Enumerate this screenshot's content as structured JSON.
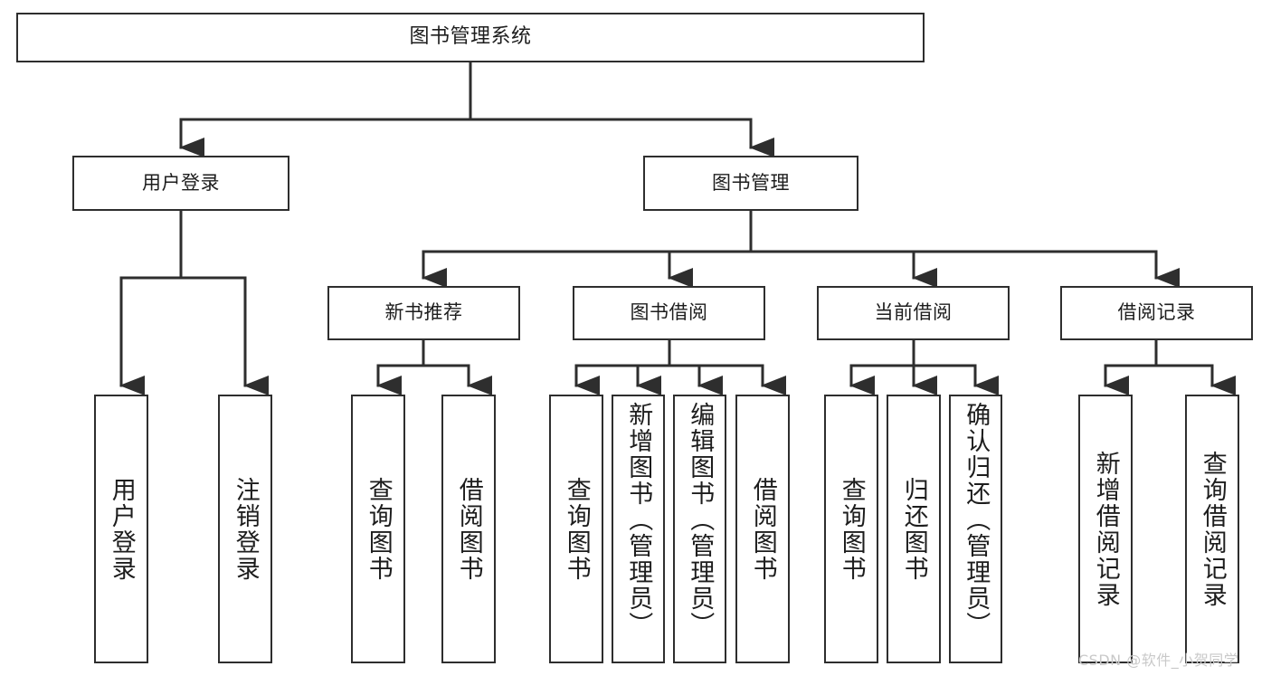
{
  "diagram": {
    "title": "图书管理系统",
    "type": "hierarchy-tree",
    "background_color": "#ffffff",
    "line_color": "#2e2e2e",
    "text_color": "#1d1d1d",
    "levels": 4,
    "nodes": {
      "root": {
        "label": "图书管理系统"
      },
      "level2": [
        {
          "label": "用户登录"
        },
        {
          "label": "图书管理"
        }
      ],
      "level3": [
        {
          "label": "新书推荐"
        },
        {
          "label": "图书借阅"
        },
        {
          "label": "当前借阅"
        },
        {
          "label": "借阅记录"
        }
      ],
      "leaves_user_login": [
        {
          "label": "用户登录"
        },
        {
          "label": "注销登录"
        }
      ],
      "leaves_new_book": [
        {
          "label": "查询图书"
        },
        {
          "label": "借阅图书"
        }
      ],
      "leaves_borrow": [
        {
          "label": "查询图书"
        },
        {
          "label": "新增图书（管理员）"
        },
        {
          "label": "编辑图书（管理员）"
        },
        {
          "label": "借阅图书"
        }
      ],
      "leaves_current": [
        {
          "label": "查询图书"
        },
        {
          "label": "归还图书"
        },
        {
          "label": "确认归还（管理员）"
        }
      ],
      "leaves_records": [
        {
          "label": "新增借阅记录"
        },
        {
          "label": "查询借阅记录"
        }
      ]
    }
  },
  "watermark": {
    "text": "CSDN @软件_小贺同学",
    "color": "#c9c9c9"
  }
}
